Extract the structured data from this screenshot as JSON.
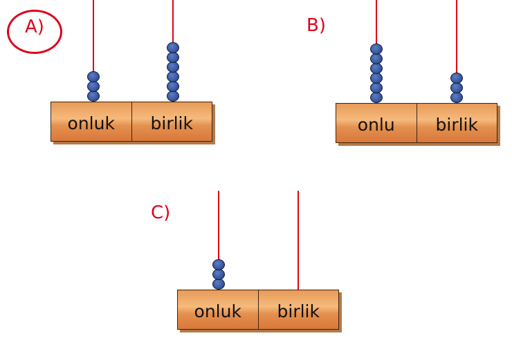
{
  "options": [
    {
      "id": "A",
      "label": "A)",
      "selected": true,
      "left_label": "onluk",
      "right_label": "birlik",
      "tens_beads": 3,
      "ones_beads": 6
    },
    {
      "id": "B",
      "label": "B)",
      "selected": false,
      "left_label": "onlu",
      "right_label": "birlik",
      "tens_beads": 6,
      "ones_beads": 3
    },
    {
      "id": "C",
      "label": "C)",
      "selected": false,
      "left_label": "onluk",
      "right_label": "birlik",
      "tens_beads": 3,
      "ones_beads": 0
    }
  ],
  "colors": {
    "rod": "#e0001b",
    "label": "#e0001b",
    "bead": "#3b5aa3",
    "box": "#e9975a"
  }
}
